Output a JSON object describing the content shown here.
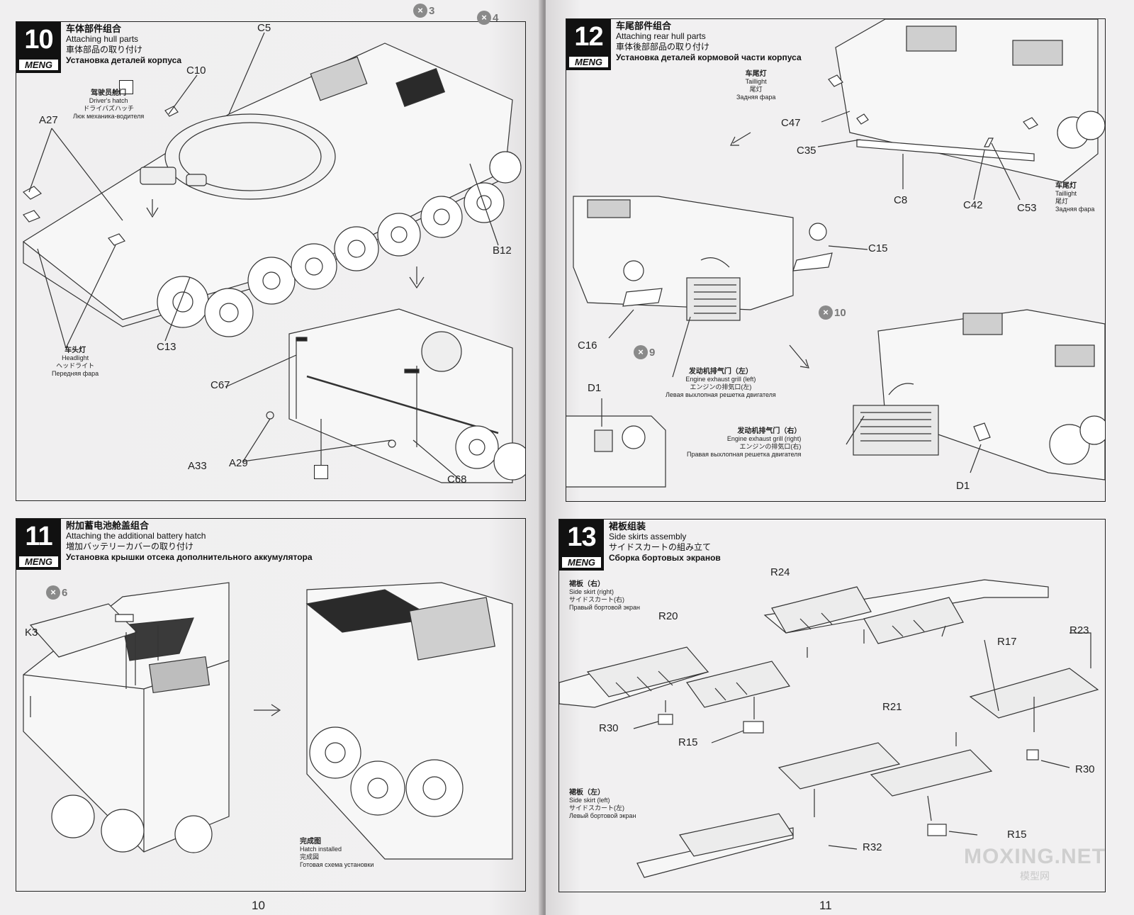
{
  "brand": "MENG",
  "step10": {
    "number": "10",
    "title_cn": "车体部件组合",
    "title_en": "Attaching hull parts",
    "title_jp": "車体部品の取り付け",
    "title_ru": "Установка деталей корпуса",
    "labels": {
      "c5": "C5",
      "c10": "C10",
      "a27": "A27",
      "b12": "B12",
      "c13": "C13",
      "c67": "C67",
      "c68": "C68",
      "a33": "A33",
      "a29": "A29"
    },
    "badges": [
      {
        "num": "3",
        "text": "3"
      },
      {
        "num": "4",
        "text": "4"
      }
    ],
    "driver_hatch": [
      "驾驶员舱门",
      "Driver's hatch",
      "ドライバズハッチ",
      "Люк механика-водителя"
    ],
    "headlight": [
      "车头灯",
      "Headlight",
      "ヘッドライト",
      "Передняя фара"
    ]
  },
  "step11": {
    "number": "11",
    "title_cn": "附加蓄电池舱盖组合",
    "title_en": "Attaching the additional battery hatch",
    "title_jp": "増加バッテリーカバーの取り付け",
    "title_ru": "Установка крышки отсека дополнительного аккумулятора",
    "labels": {
      "k3": "K3"
    },
    "badge": "6",
    "installed": [
      "完成图",
      "Hatch installed",
      "完成図",
      "Готовая схема установки"
    ]
  },
  "step12": {
    "number": "12",
    "title_cn": "车尾部件组合",
    "title_en": "Attaching rear hull parts",
    "title_jp": "車体後部部品の取り付け",
    "title_ru": "Установка деталей кормовой части корпуса",
    "labels": {
      "c47": "C47",
      "c35": "C35",
      "c8": "C8",
      "c42": "C42",
      "c53": "C53",
      "c15": "C15",
      "c16": "C16",
      "d1a": "D1",
      "d1b": "D1"
    },
    "badges": [
      "9",
      "10"
    ],
    "taillight": [
      "车尾灯",
      "Taillight",
      "尾灯",
      "Задняя фара"
    ],
    "exhaust_left": [
      "发动机排气门（左）",
      "Engine exhaust grill (left)",
      "エンジンの排気口(左)",
      "Левая выхлопная решетка двигателя"
    ],
    "exhaust_right": [
      "发动机排气门（右）",
      "Engine exhaust grill (right)",
      "エンジンの排気口(右)",
      "Правая выхлопная решетка двигателя"
    ]
  },
  "step13": {
    "number": "13",
    "title_cn": "裙板组装",
    "title_en": "Side skirts assembly",
    "title_jp": "サイドスカートの組み立て",
    "title_ru": "Сборка бортовых экранов",
    "skirt_right": [
      "裙板（右）",
      "Side skirt (right)",
      "サイドスカート(右)",
      "Правый бортовой экран"
    ],
    "skirt_left": [
      "裙板（左）",
      "Side skirt (left)",
      "サイドスカート(左)",
      "Левый бортовой экран"
    ],
    "labels": {
      "r24": "R24",
      "r20": "R20",
      "r17": "R17",
      "r23": "R23",
      "r30a": "R30",
      "r15a": "R15",
      "r21": "R21",
      "r30b": "R30",
      "r15b": "R15",
      "r32": "R32"
    }
  },
  "page_left": "10",
  "page_right": "11",
  "watermark": {
    "site": "MOXING.NET",
    "cn": "模型网"
  }
}
